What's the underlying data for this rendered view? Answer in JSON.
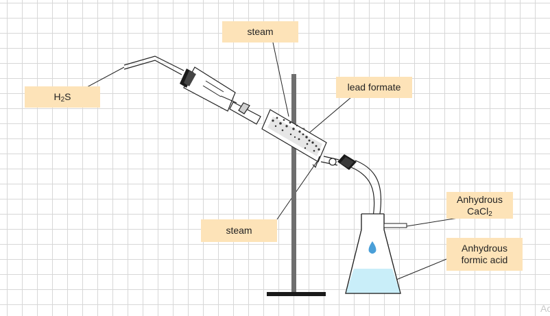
{
  "labels": {
    "steam_top": "steam",
    "lead_formate": "lead formate",
    "h2s_main": "H",
    "h2s_sub": "2",
    "h2s_tail": "S",
    "steam_bottom": "steam",
    "cacl2_line1": "Anhydrous",
    "cacl2_main": "CaCl",
    "cacl2_sub": "2",
    "formic_line1": "Anhydrous",
    "formic_line2": "formic acid"
  },
  "watermark": "Ac",
  "colors": {
    "label_bg": "#fde3b8",
    "liquid": "#c9eef9",
    "drop": "#4a9fd8",
    "stand": "#6e6e6e"
  }
}
